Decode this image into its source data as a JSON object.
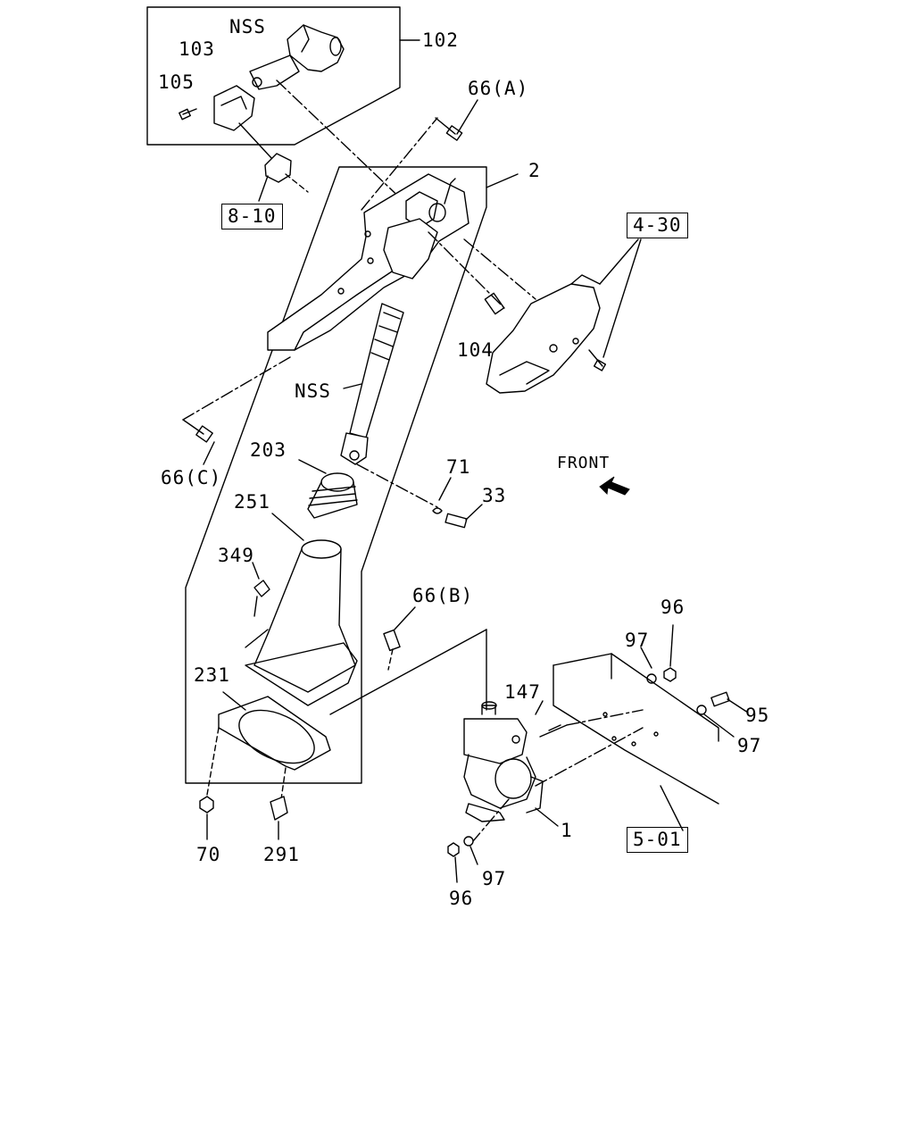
{
  "labels": {
    "nss_top": "NSS",
    "p102": "102",
    "p103": "103",
    "p105": "105",
    "p66a": "66(A)",
    "p2": "2",
    "p104": "104",
    "nss_mid": "NSS",
    "p66c": "66(C)",
    "p203": "203",
    "p71": "71",
    "p33": "33",
    "p251": "251",
    "p349": "349",
    "p66b": "66(B)",
    "p96_top": "96",
    "p97_a": "97",
    "p147": "147",
    "p231": "231",
    "p95": "95",
    "p97_b": "97",
    "p1": "1",
    "p70": "70",
    "p291": "291",
    "p97_c": "97",
    "p96_bot": "96"
  },
  "refs": {
    "r810": "8-10",
    "r430": "4-30",
    "r501": "5-01"
  },
  "front": {
    "label": "FRONT",
    "icon": "front-arrow-icon"
  }
}
